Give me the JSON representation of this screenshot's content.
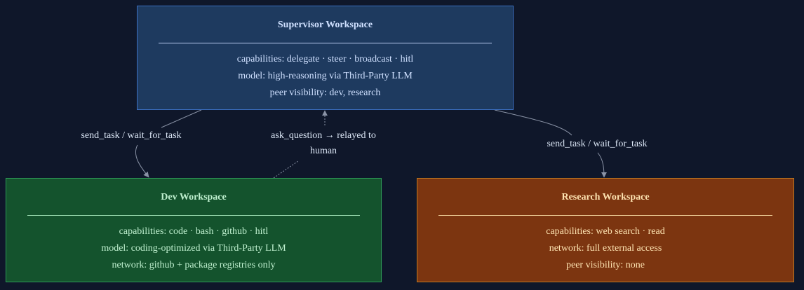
{
  "nodes": {
    "supervisor": {
      "title": "Supervisor Workspace",
      "lines": [
        "capabilities: delegate · steer · broadcast · hitl",
        "model: high-reasoning via Third-Party LLM",
        "peer visibility: dev, research"
      ],
      "colors": {
        "fill": "#1e3a5f",
        "border": "#3b6fc0",
        "text": "#cfe0ff"
      }
    },
    "dev": {
      "title": "Dev Workspace",
      "lines": [
        "capabilities: code · bash · github · hitl",
        "model: coding-optimized via Third-Party LLM",
        "network: github + package registries only"
      ],
      "colors": {
        "fill": "#14532d",
        "border": "#2f9b58",
        "text": "#bff0cf"
      }
    },
    "research": {
      "title": "Research Workspace",
      "lines": [
        "capabilities: web search · read",
        "network: full external access",
        "peer visibility: none"
      ],
      "colors": {
        "fill": "#7c3510",
        "border": "#c07a22",
        "text": "#fde2b0"
      }
    }
  },
  "edges": [
    {
      "from": "supervisor",
      "to": "dev",
      "label": "send_task / wait_for_task",
      "style": "solid"
    },
    {
      "from": "dev",
      "to": "supervisor",
      "label_line1": "ask_question → relayed to",
      "label_line2": "human",
      "style": "dotted"
    },
    {
      "from": "supervisor",
      "to": "research",
      "label": "send_task / wait_for_task",
      "style": "solid"
    }
  ],
  "background": "#0f172a"
}
